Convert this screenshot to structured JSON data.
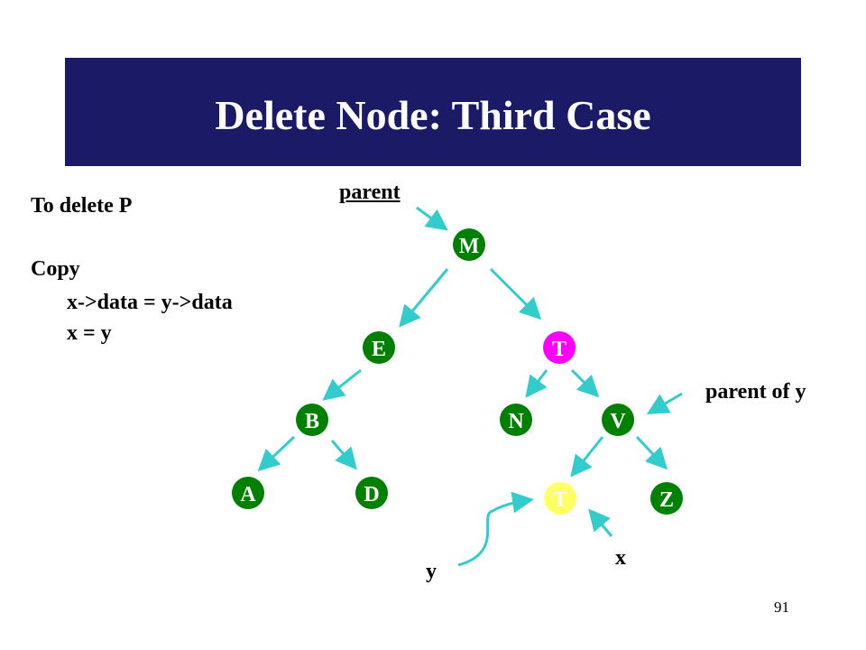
{
  "slide": {
    "title": "Delete Node: Third Case",
    "slide_number": "91"
  },
  "left_text": {
    "line1": "To delete P",
    "line2": "Copy",
    "line3": "x->data = y->data",
    "line4": "x = y"
  },
  "labels": {
    "parent": "parent",
    "parent_of_y": "parent of y",
    "y": "y",
    "x": "x"
  },
  "colors": {
    "title_bg": "#1a1a66",
    "title_text": "#ffffff",
    "node_fill": "#008000",
    "node_text": "#ffffff",
    "node_highlight_magenta": "#ff00ff",
    "node_highlight_yellow": "#ffff66",
    "arrow": "#33cccc"
  },
  "tree": {
    "nodes": [
      {
        "id": "M",
        "label": "M",
        "color": "green"
      },
      {
        "id": "E",
        "label": "E",
        "color": "green"
      },
      {
        "id": "T1",
        "label": "T",
        "color": "magenta"
      },
      {
        "id": "B",
        "label": "B",
        "color": "green"
      },
      {
        "id": "N",
        "label": "N",
        "color": "green"
      },
      {
        "id": "V",
        "label": "V",
        "color": "green"
      },
      {
        "id": "A",
        "label": "A",
        "color": "green"
      },
      {
        "id": "D",
        "label": "D",
        "color": "green"
      },
      {
        "id": "T2",
        "label": "T",
        "color": "yellow"
      },
      {
        "id": "Z",
        "label": "Z",
        "color": "green"
      }
    ],
    "edges": [
      [
        "M",
        "E"
      ],
      [
        "M",
        "T1"
      ],
      [
        "E",
        "B"
      ],
      [
        "T1",
        "N"
      ],
      [
        "T1",
        "V"
      ],
      [
        "B",
        "A"
      ],
      [
        "B",
        "D"
      ],
      [
        "V",
        "T2"
      ],
      [
        "V",
        "Z"
      ]
    ]
  }
}
